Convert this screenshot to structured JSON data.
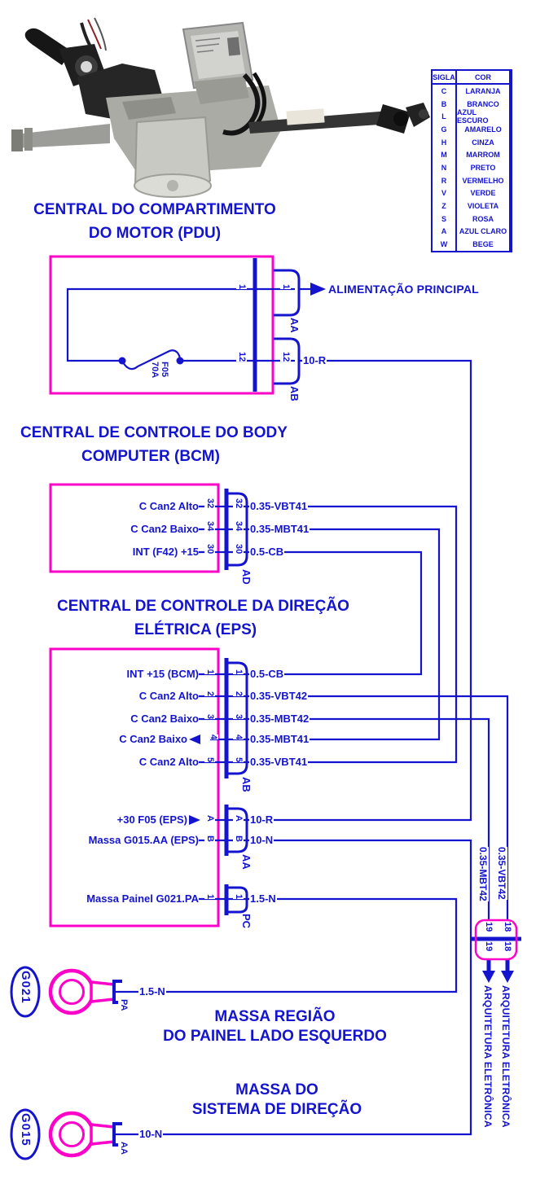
{
  "colors": {
    "line_blue": "#1414cf",
    "box_magenta": "#ff00c8"
  },
  "legend": {
    "header": {
      "sigla": "SIGLA",
      "cor": "COR"
    },
    "rows": [
      {
        "sigla": "C",
        "cor": "LARANJA"
      },
      {
        "sigla": "B",
        "cor": "BRANCO"
      },
      {
        "sigla": "L",
        "cor": "AZUL ESCURO"
      },
      {
        "sigla": "G",
        "cor": "AMARELO"
      },
      {
        "sigla": "H",
        "cor": "CINZA"
      },
      {
        "sigla": "M",
        "cor": "MARROM"
      },
      {
        "sigla": "N",
        "cor": "PRETO"
      },
      {
        "sigla": "R",
        "cor": "VERMELHO"
      },
      {
        "sigla": "V",
        "cor": "VERDE"
      },
      {
        "sigla": "Z",
        "cor": "VIOLETA"
      },
      {
        "sigla": "S",
        "cor": "ROSA"
      },
      {
        "sigla": "A",
        "cor": "AZUL CLARO"
      },
      {
        "sigla": "W",
        "cor": "BEGE"
      }
    ]
  },
  "pdu": {
    "title1": "CENTRAL DO COMPARTIMENTO",
    "title2": "DO MOTOR (PDU)",
    "fuse": {
      "name": "F05",
      "rating": "70A"
    },
    "output_arrow_label": "ALIMENTAÇÃO PRINCIPAL",
    "pin1": {
      "number": "1",
      "connector": "AA"
    },
    "pin12": {
      "number": "12",
      "connector": "AB",
      "wire": "10-R"
    }
  },
  "bcm": {
    "title1": "CENTRAL DE CONTROLE DO BODY",
    "title2": "COMPUTER (BCM)",
    "connector": "AD",
    "pins": [
      {
        "label": "C Can2 Alto",
        "number": "32",
        "wire": "0.35-VBT41"
      },
      {
        "label": "C Can2 Baixo",
        "number": "34",
        "wire": "0.35-MBT41"
      },
      {
        "label": "INT (F42) +15",
        "number": "30",
        "wire": "0.5-CB"
      }
    ]
  },
  "eps": {
    "title1": "CENTRAL DE CONTROLE DA DIREÇÃO",
    "title2": "ELÉTRICA (EPS)",
    "connectors": {
      "ab": "AB",
      "aa": "AA",
      "pc": "PC"
    },
    "pins_ab": [
      {
        "label": "INT +15 (BCM)",
        "number": "1",
        "wire": "0.5-CB"
      },
      {
        "label": "C Can2 Alto",
        "number": "2",
        "wire": "0.35-VBT42"
      },
      {
        "label": "C Can2 Baixo",
        "number": "3",
        "wire": "0.35-MBT42"
      },
      {
        "label": "C Can2 Baixo",
        "number": "4",
        "wire": "0.35-MBT41"
      },
      {
        "label": "C Can2 Alto",
        "number": "5",
        "wire": "0.35-VBT41"
      }
    ],
    "pins_aa": [
      {
        "label": "+30 F05 (EPS)",
        "number": "A",
        "wire": "10-R"
      },
      {
        "label": "Massa G015.AA (EPS)",
        "number": "B",
        "wire": "10-N"
      }
    ],
    "pins_pc": [
      {
        "label": "Massa Painel G021.PA",
        "number": "1",
        "wire": "1.5-N"
      }
    ]
  },
  "branch": {
    "pin18": "18",
    "pin19": "19",
    "destination": "ARQUITETURA ELETRÔNICA"
  },
  "grounds": {
    "g021": {
      "id": "G021",
      "terminal": "PA",
      "wire": "1.5-N",
      "caption1": "MASSA REGIÃO",
      "caption2": "DO PAINEL LADO ESQUERDO"
    },
    "g015": {
      "id": "G015",
      "terminal": "AA",
      "wire": "10-N",
      "caption1": "MASSA DO",
      "caption2": "SISTEMA DE DIREÇÃO"
    }
  }
}
